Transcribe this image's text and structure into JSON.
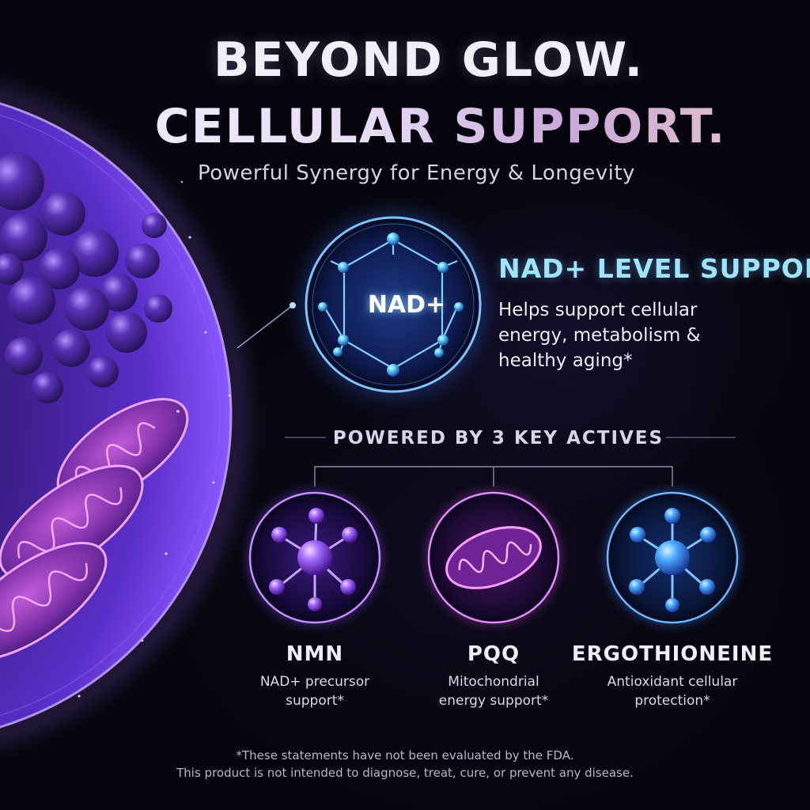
{
  "headline": {
    "line1": "BEYOND GLOW.",
    "line2": "CELLULAR SUPPORT."
  },
  "subtitle": "Powerful Synergy for Energy & Longevity",
  "feature": {
    "badge": "NAD+",
    "title": "NAD+ LEVEL SUPPORT",
    "description": "Helps support cellular energy, metabolism & healthy aging*"
  },
  "actives_section": {
    "label": "POWERED BY 3 KEY ACTIVES",
    "items": [
      {
        "name": "NMN",
        "description_line1": "NAD+ precursor",
        "description_line2": "support*",
        "icon": "molecule-icon",
        "color": "#b56cff"
      },
      {
        "name": "PQQ",
        "description_line1": "Mitochondrial",
        "description_line2": "energy support*",
        "icon": "mitochondria-icon",
        "color": "#e06ad8"
      },
      {
        "name": "ERGOTHIONEINE",
        "description_line1": "Antioxidant cellular",
        "description_line2": "protection*",
        "icon": "molecule-icon",
        "color": "#4fa8ff"
      }
    ]
  },
  "disclaimer": {
    "line1": "*These statements have not been evaluated by the FDA.",
    "line2": "This product is not intended to diagnose, treat, cure, or prevent any disease."
  },
  "colors": {
    "background": "#06050d",
    "accent_cyan": "#9fe4ff",
    "accent_purple": "#a45cff",
    "accent_magenta": "#e06ad8",
    "accent_blue": "#4fa8ff"
  }
}
